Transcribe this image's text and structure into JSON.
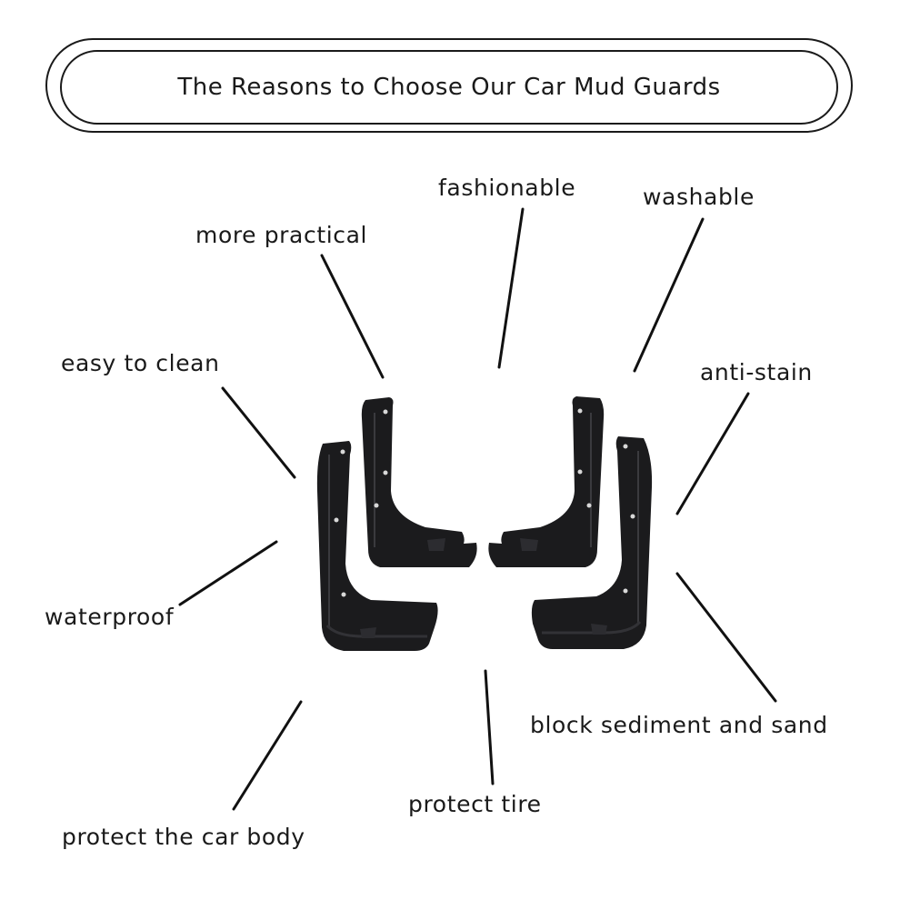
{
  "title": "The Reasons to Choose Our Car Mud Guards",
  "features": {
    "fashionable": "fashionable",
    "washable": "washable",
    "more_practical": "more practical",
    "easy_to_clean": "easy to clean",
    "anti_stain": "anti-stain",
    "waterproof": "waterproof",
    "block_sediment": "block sediment and sand",
    "protect_tire": "protect tire",
    "protect_body": "protect the car body"
  },
  "colors": {
    "line": "#111111",
    "guard": "#1b1b1d"
  }
}
